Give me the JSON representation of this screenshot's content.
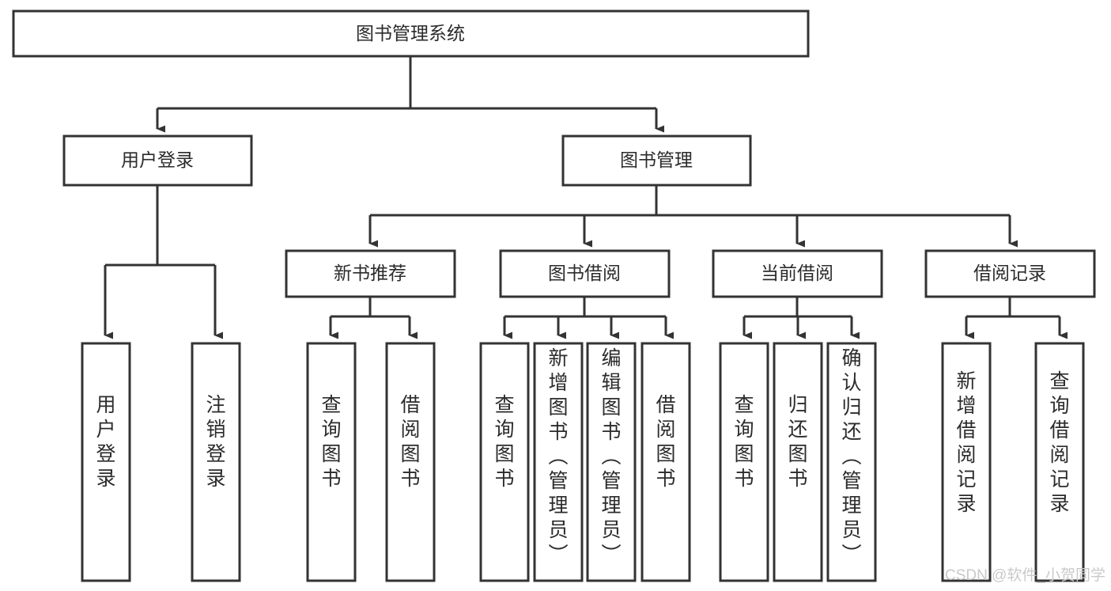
{
  "diagram": {
    "title": "图书管理系统",
    "type": "hierarchy-tree",
    "background_color": "#ffffff",
    "line_color": "#333333",
    "text_color": "#2b2b2b",
    "nodes": {
      "root": {
        "label": "图书管理系统"
      },
      "level1": [
        {
          "id": "user-login",
          "label": "用户登录"
        },
        {
          "id": "book-management",
          "label": "图书管理"
        }
      ],
      "level2": [
        {
          "id": "new-book-recommend",
          "label": "新书推荐"
        },
        {
          "id": "book-borrow",
          "label": "图书借阅"
        },
        {
          "id": "current-borrow",
          "label": "当前借阅"
        },
        {
          "id": "borrow-record",
          "label": "借阅记录"
        }
      ],
      "leaves": {
        "user_login": [
          {
            "id": "leaf-user-login",
            "label": "用户登录"
          },
          {
            "id": "leaf-logout-login",
            "label": "注销登录"
          }
        ],
        "new_book_recommend": [
          {
            "id": "leaf-query-book-1",
            "label": "查询图书"
          },
          {
            "id": "leaf-borrow-book-1",
            "label": "借阅图书"
          }
        ],
        "book_borrow": [
          {
            "id": "leaf-query-book-2",
            "label": "查询图书"
          },
          {
            "id": "leaf-add-book",
            "label": "新增图书（管理员）"
          },
          {
            "id": "leaf-edit-book",
            "label": "编辑图书（管理员）"
          },
          {
            "id": "leaf-borrow-book-2",
            "label": "借阅图书"
          }
        ],
        "current_borrow": [
          {
            "id": "leaf-query-book-3",
            "label": "查询图书"
          },
          {
            "id": "leaf-return-book",
            "label": "归还图书"
          },
          {
            "id": "leaf-confirm-return",
            "label": "确认归还（管理员）"
          }
        ],
        "borrow_record": [
          {
            "id": "leaf-add-record",
            "label": "新增借阅记录"
          },
          {
            "id": "leaf-query-record",
            "label": "查询借阅记录"
          }
        ]
      }
    },
    "watermark": "CSDN @软件_小贺同学"
  }
}
